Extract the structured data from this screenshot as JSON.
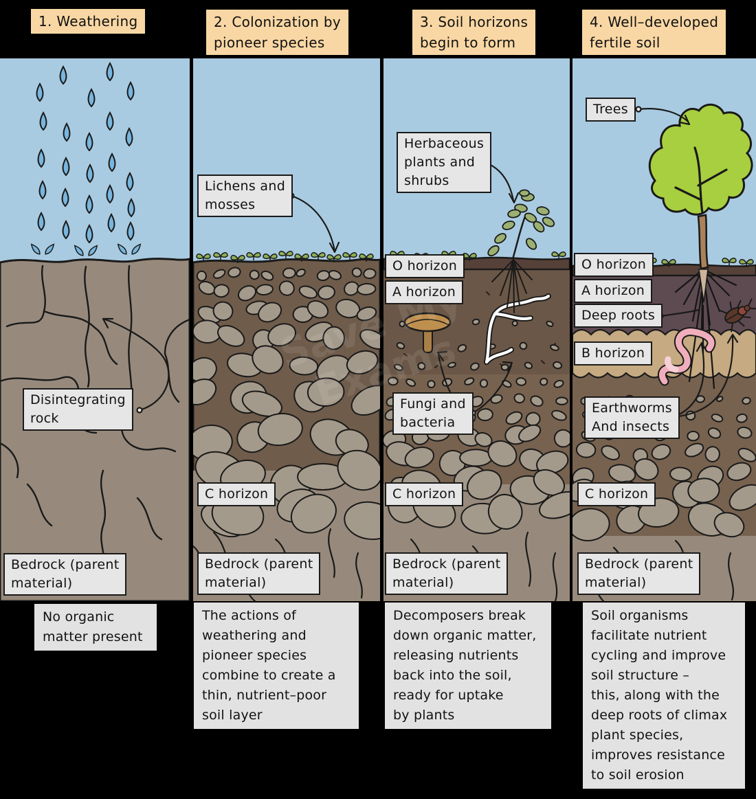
{
  "watermark": {
    "text": "Save My\nExams"
  },
  "colors": {
    "background": "#000000",
    "sky": "#a9cbe1",
    "rain": "#79b6dd",
    "bedrock": "#978a7c",
    "topsoil_brown": "#6f5c4b",
    "stone_gray": "#a49a8b",
    "o_horizon": "#564139",
    "a_horizon": "#6b5747",
    "a_horizon_dark": "#5e4b51",
    "b_horizon": "#c5aa82",
    "subsoil": "#77624f",
    "tree_foliage": "#a8cf3f",
    "tree_trunk": "#a9825a",
    "mushroom": "#bf8f4e",
    "earthworm": "#f0aebc",
    "plant_green": "#9cb171",
    "sprout_green": "#8faf56",
    "title_bg": "#f9d7a4",
    "label_bg": "#e6e6e6",
    "caption_bg": "#e2e2e2"
  },
  "panels": [
    {
      "title": "1. Weathering",
      "caption": "No organic\nmatter present",
      "annotations": [
        {
          "id": "disintegrating-rock",
          "text": "Disintegrating\nrock"
        },
        {
          "id": "bedrock",
          "text": "Bedrock (parent\nmaterial)"
        }
      ]
    },
    {
      "title": "2. Colonization by\npioneer species",
      "caption": "The actions of\nweathering and\npioneer species\ncombine to create a\nthin, nutrient–poor\nsoil layer",
      "annotations": [
        {
          "id": "lichens-mosses",
          "text": "Lichens and\nmosses"
        },
        {
          "id": "c-horizon",
          "text": "C horizon"
        },
        {
          "id": "bedrock",
          "text": "Bedrock (parent\nmaterial)"
        }
      ]
    },
    {
      "title": "3. Soil horizons\nbegin to form",
      "caption": "Decomposers break\ndown organic matter,\nreleasing nutrients\nback into the soil,\nready for uptake\nby plants",
      "annotations": [
        {
          "id": "herbaceous",
          "text": "Herbaceous\nplants and\nshrubs"
        },
        {
          "id": "o-horizon",
          "text": "O horizon"
        },
        {
          "id": "a-horizon",
          "text": "A horizon"
        },
        {
          "id": "fungi-bacteria",
          "text": "Fungi and\nbacteria"
        },
        {
          "id": "c-horizon",
          "text": "C horizon"
        },
        {
          "id": "bedrock",
          "text": "Bedrock (parent\nmaterial)"
        }
      ]
    },
    {
      "title": "4. Well–developed\nfertile soil",
      "caption": "Soil organisms\nfacilitate nutrient\ncycling and improve\nsoil structure –\nthis, along with the\ndeep roots of climax\nplant species,\nimproves resistance\nto soil erosion",
      "annotations": [
        {
          "id": "trees",
          "text": "Trees"
        },
        {
          "id": "o-horizon",
          "text": "O horizon"
        },
        {
          "id": "a-horizon",
          "text": "A horizon"
        },
        {
          "id": "deep-roots",
          "text": "Deep roots"
        },
        {
          "id": "b-horizon",
          "text": "B horizon"
        },
        {
          "id": "earthworms-insects",
          "text": "Earthworms\nAnd insects"
        },
        {
          "id": "c-horizon",
          "text": "C horizon"
        },
        {
          "id": "bedrock",
          "text": "Bedrock (parent\nmaterial)"
        }
      ]
    }
  ]
}
